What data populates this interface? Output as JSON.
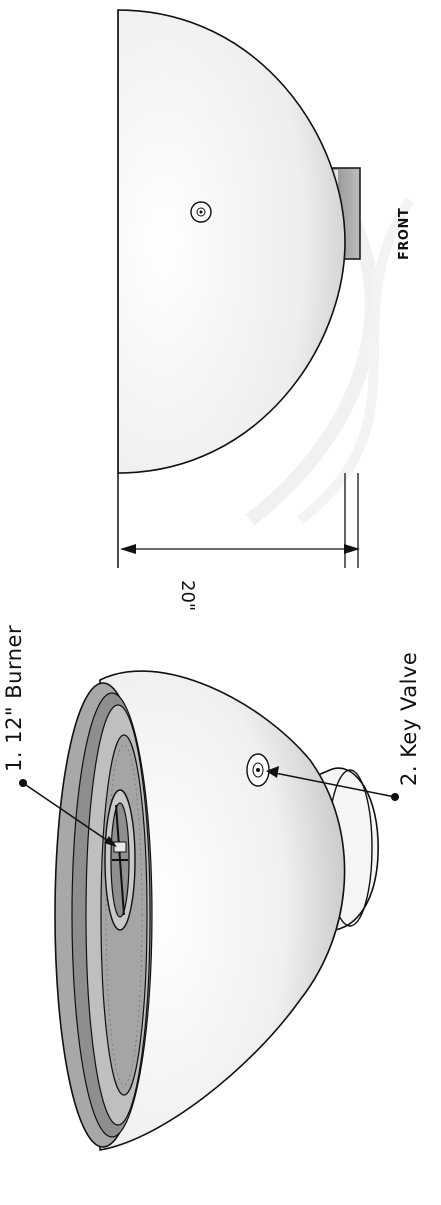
{
  "callouts": {
    "burner": "1. 12\" Burner",
    "key_valve": "2. Key Valve"
  },
  "view_label": "FRONT",
  "dimension": "20\"",
  "colors": {
    "line": "#111111",
    "fill_light": "#f7f7f7",
    "fill_shade": "#cfcfcf",
    "fill_inner": "#9e9e9e"
  }
}
